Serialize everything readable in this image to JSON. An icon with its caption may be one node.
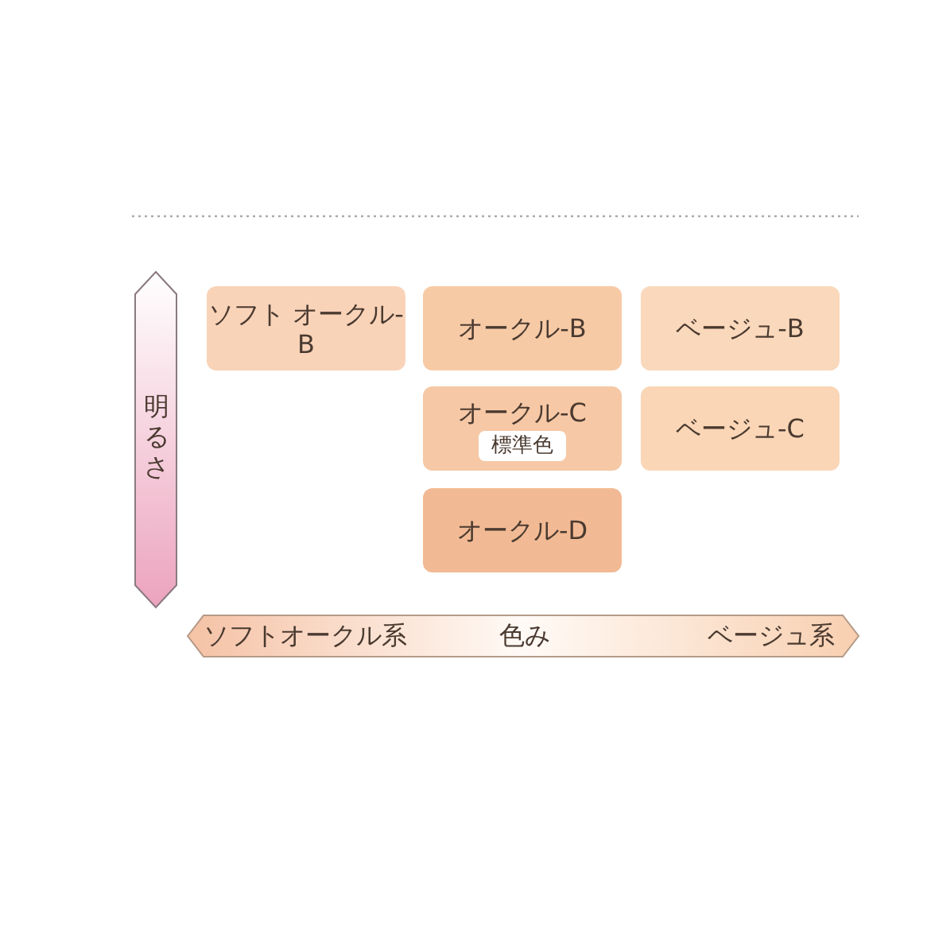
{
  "diagram": {
    "nodes": [
      {
        "text": [
          "ソフト オークル-B"
        ]
      },
      {
        "text": [
          "オークル-B"
        ]
      },
      {
        "text": [
          "ベージュ-B"
        ]
      },
      {
        "text": [
          "オークル-C",
          "標準色"
        ]
      },
      {
        "text": [
          "ベージュ-C"
        ]
      },
      {
        "text": [
          "オークル-D"
        ]
      }
    ],
    "labels": [
      "明るさ",
      "ソフトオークル系",
      "色み",
      "ベージュ系"
    ]
  }
}
